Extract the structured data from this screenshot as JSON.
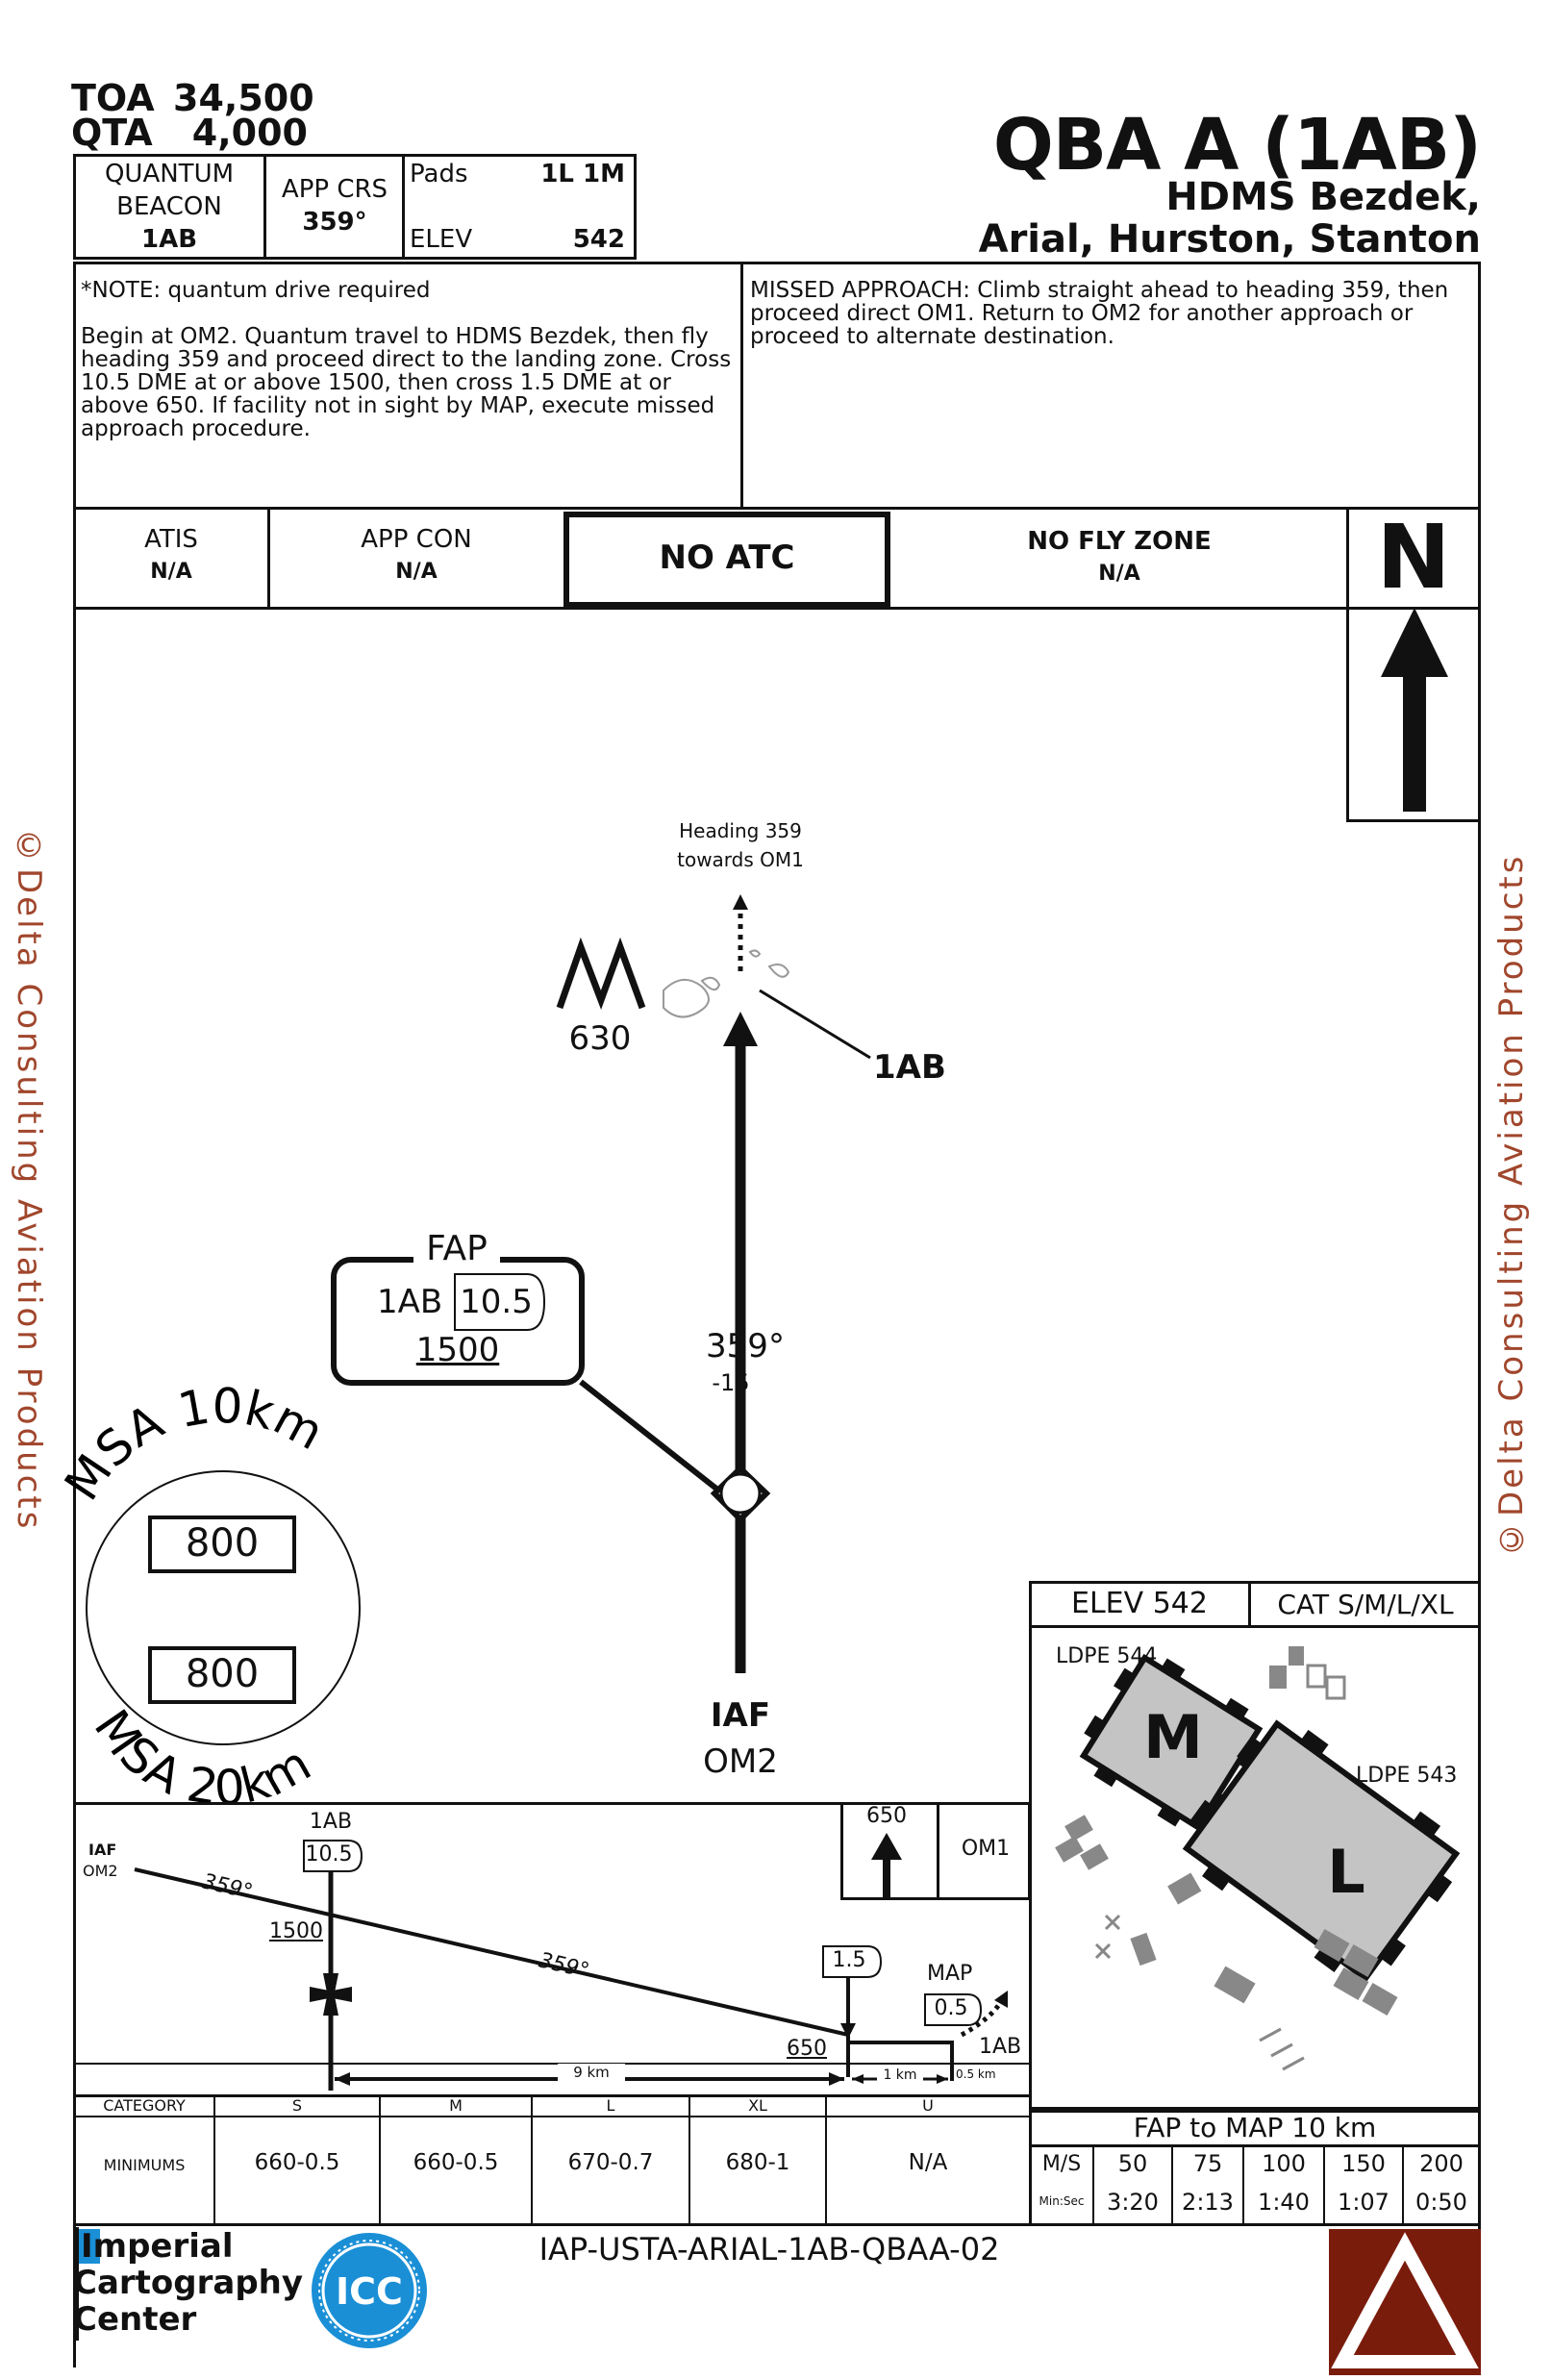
{
  "header": {
    "toa_label": "TOA",
    "toa_value": "34,500",
    "qta_label": "QTA",
    "qta_value": "4,000",
    "title": "QBA A (1AB)",
    "subtitle1": "HDMS Bezdek,",
    "subtitle2": "Arial, Hurston, Stanton"
  },
  "info": {
    "beacon_line1": "QUANTUM",
    "beacon_line2": "BEACON",
    "beacon_id": "1AB",
    "app_crs_label": "APP CRS",
    "app_crs_value": "359°",
    "pads_label": "Pads",
    "pads_value": "1L 1M",
    "elev_label": "ELEV",
    "elev_value": "542"
  },
  "notes": {
    "note1": "*NOTE: quantum drive required",
    "note2": "Begin at OM2.  Quantum travel to HDMS Bezdek, then fly heading 359 and proceed direct to the landing zone.  Cross 10.5 DME at or above 1500, then cross 1.5 DME at or above 650.  If facility not in sight by MAP, execute missed approach procedure.",
    "missed": "MISSED APPROACH:  Climb straight ahead to heading 359, then proceed direct OM1.  Return to OM2 for another approach or proceed to alternate destination."
  },
  "comms": {
    "atis_label": "ATIS",
    "atis_value": "N/A",
    "appcon_label": "APP CON",
    "appcon_value": "N/A",
    "no_atc": "NO ATC",
    "nofly_label": "NO FLY ZONE",
    "nofly_value": "N/A",
    "north": "N"
  },
  "plan": {
    "heading_note1": "Heading 359",
    "heading_note2": "towards OM1",
    "obstacle_elev": "630",
    "dest": "1AB",
    "fap_label": "FAP",
    "fap_ref": "1AB",
    "fap_dme": "10.5",
    "fap_alt": "1500",
    "course": "359°",
    "course_sub": "-15",
    "iaf_label": "IAF",
    "iaf_fix": "OM2",
    "msa_top_label": "MSA 10km",
    "msa_top_value": "800",
    "msa_bottom_label": "MSA 20km",
    "msa_bottom_value": "800"
  },
  "airport": {
    "elev": "ELEV 542",
    "cat": "CAT S/M/L/XL",
    "ldpe1": "LDPE 544",
    "pad1": "M",
    "ldpe2": "LDPE 543",
    "pad2": "L"
  },
  "profile": {
    "iaf": "IAF",
    "om2": "OM2",
    "fix_ref": "1AB",
    "fix_dme": "10.5",
    "fix_alt": "1500",
    "course1": "359°",
    "course2": "359°",
    "map_dme": "1.5",
    "map_alt": "650",
    "map_label": "MAP",
    "map_dist": "0.5",
    "dest": "1AB",
    "dist_9": "9 km",
    "dist_1": "1 km",
    "dist_05": "0.5 km",
    "ma_alt": "650",
    "ma_fix": "OM1"
  },
  "minimums": {
    "header_label": "CATEGORY",
    "row_label": "MINIMUMS",
    "columns": [
      "S",
      "M",
      "L",
      "XL",
      "U"
    ],
    "values": [
      "660-0.5",
      "660-0.5",
      "670-0.7",
      "680-1",
      "N/A"
    ]
  },
  "timing": {
    "title": "FAP to MAP 10 km",
    "ms_label": "M/S",
    "minsec_label": "Min:Sec",
    "speeds": [
      "50",
      "75",
      "100",
      "150",
      "200"
    ],
    "times": [
      "3:20",
      "2:13",
      "1:40",
      "1:07",
      "0:50"
    ]
  },
  "footer": {
    "logo_line1": "Imperial",
    "logo_line2": "Cartography",
    "logo_line3": "Center",
    "seal_text": "ICC",
    "chart_id": "IAP-USTA-ARIAL-1AB-QBAA-02"
  },
  "side": {
    "left": "©Delta Consulting Aviation Products",
    "right": "©Delta Consulting Aviation Products"
  },
  "colors": {
    "brand_red": "#7a1c0c",
    "watermark": "#a0462c",
    "seal_blue": "#1a8fd6",
    "pad_gray": "#c4c4c4"
  }
}
